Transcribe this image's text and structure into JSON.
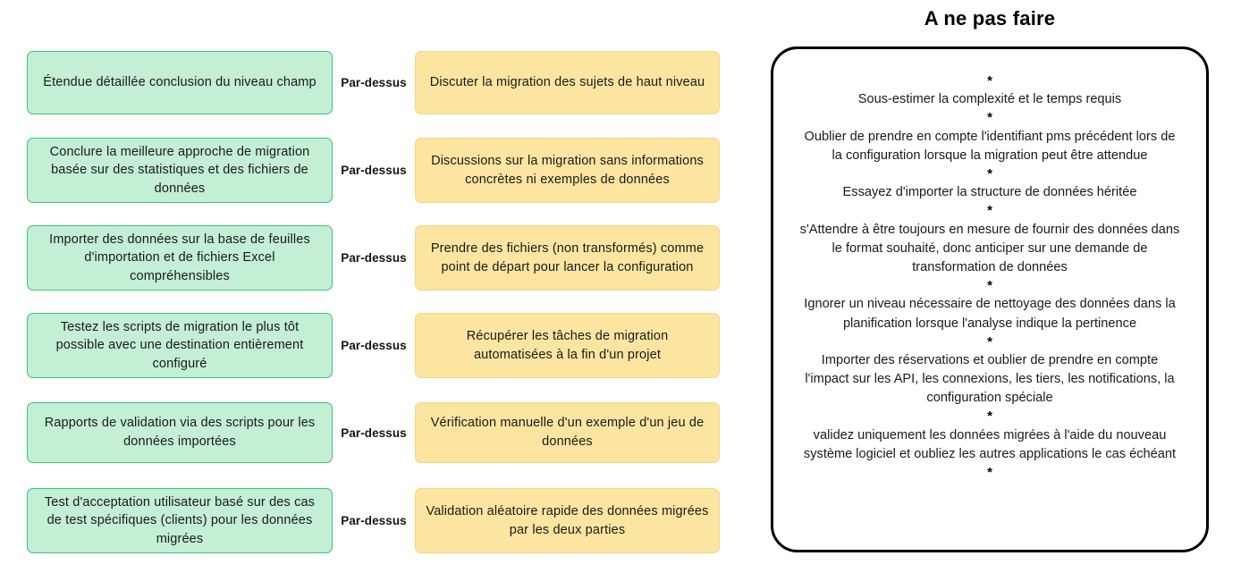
{
  "comparison": {
    "connector_label": "Par-dessus",
    "rows": [
      {
        "good": "Étendue détaillée conclusion du niveau champ",
        "bad": "Discuter la migration des sujets de haut niveau"
      },
      {
        "good": "Conclure la meilleure approche de migration basée sur des statistiques et des fichiers de données",
        "bad": "Discussions sur la migration sans informations concrètes ni exemples de données"
      },
      {
        "good": "Importer des données sur la base de feuilles d'importation et de fichiers Excel compréhensibles",
        "bad": "Prendre des fichiers (non transformés) comme point de départ pour lancer la configuration"
      },
      {
        "good": "Testez les scripts de migration le plus tôt possible avec une destination entièrement configuré",
        "bad": "Récupérer les tâches de migration automatisées à la fin d'un projet"
      },
      {
        "good": "Rapports de validation via des scripts pour les données importées",
        "bad": "Vérification manuelle d'un exemple d'un jeu de données"
      },
      {
        "good": "Test d'acceptation utilisateur basé sur des cas de test spécifiques (clients) pour les données migrées",
        "bad": "Validation aléatoire rapide des données migrées par les deux parties"
      }
    ]
  },
  "dont_panel": {
    "title": "A ne pas faire",
    "bullet_marker": "*",
    "items": [
      "Sous-estimer la complexité et le temps requis",
      "Oublier de prendre en compte l'identifiant pms précédent lors de la configuration lorsque la migration peut être attendue",
      "Essayez d'importer la structure de données héritée",
      "s'Attendre à être toujours en mesure de fournir des données dans le format souhaité, donc anticiper sur une demande de transformation de données",
      "Ignorer un niveau nécessaire de nettoyage des données dans la planification lorsque l'analyse indique la pertinence",
      "Importer des réservations et oublier de prendre en compte l'impact sur les API, les connexions, les tiers, les notifications, la configuration spéciale",
      "validez uniquement les données migrées à l'aide du nouveau système logiciel et oubliez les autres applications le cas échéant"
    ]
  },
  "colors": {
    "good_fill": "#c3efd4",
    "good_border": "#3bc37b",
    "bad_fill": "#fbe5a1",
    "bad_border": "#f3d682",
    "panel_border": "#000000",
    "text": "#1a1a1a"
  }
}
